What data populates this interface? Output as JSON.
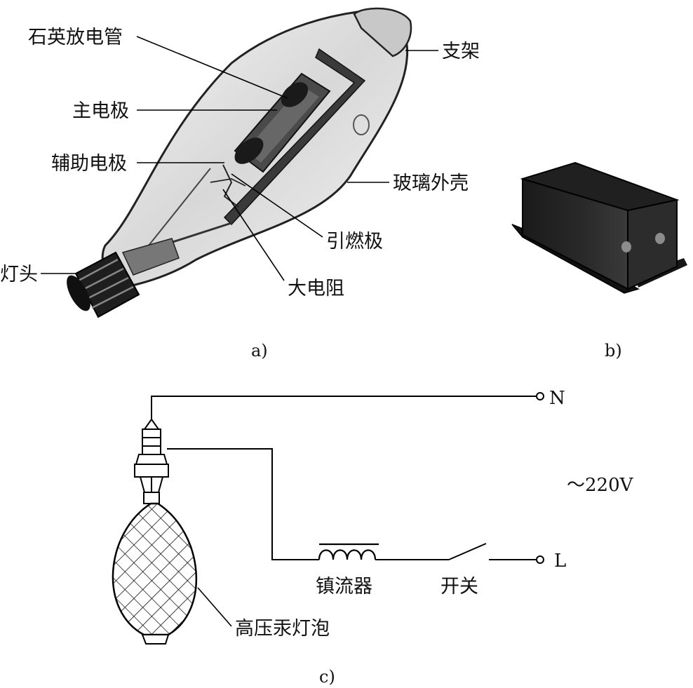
{
  "figure_a": {
    "caption": "a)",
    "labels": {
      "quartz_tube": "石英放电管",
      "bracket": "支架",
      "main_electrode": "主电极",
      "aux_electrode": "辅助电极",
      "glass_shell": "玻璃外壳",
      "igniter": "引燃极",
      "lamp_base": "灯头",
      "resistor": "大电阻"
    }
  },
  "figure_b": {
    "caption": "b)"
  },
  "figure_c": {
    "caption": "c)",
    "terminal_n": "N",
    "terminal_l": "L",
    "voltage": "～220V",
    "ballast": "镇流器",
    "switch": "开关",
    "lamp": "高压汞灯泡"
  }
}
